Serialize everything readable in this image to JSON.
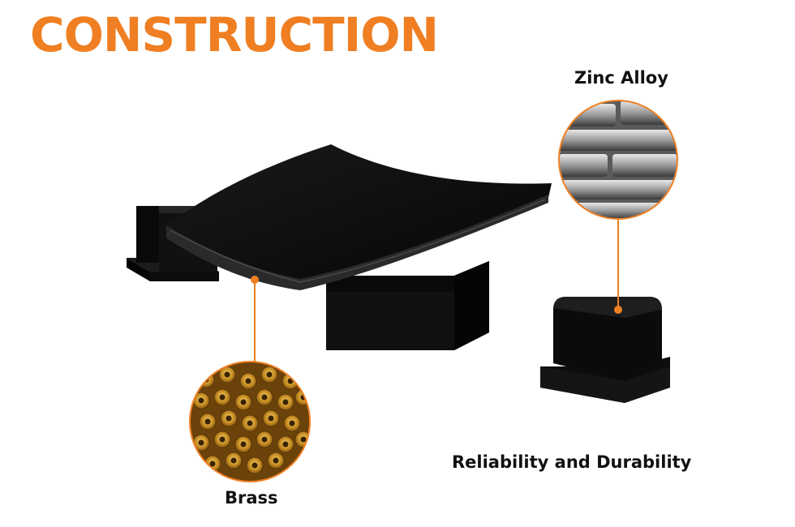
{
  "heading": "CONSTRUCTION",
  "callouts": {
    "zinc_alloy": "Zinc Alloy",
    "brass": "Brass",
    "reliability": "Reliability and Durability"
  },
  "colors": {
    "accent": "#ef7f22",
    "product": "#0b0b0b",
    "text": "#111111"
  }
}
